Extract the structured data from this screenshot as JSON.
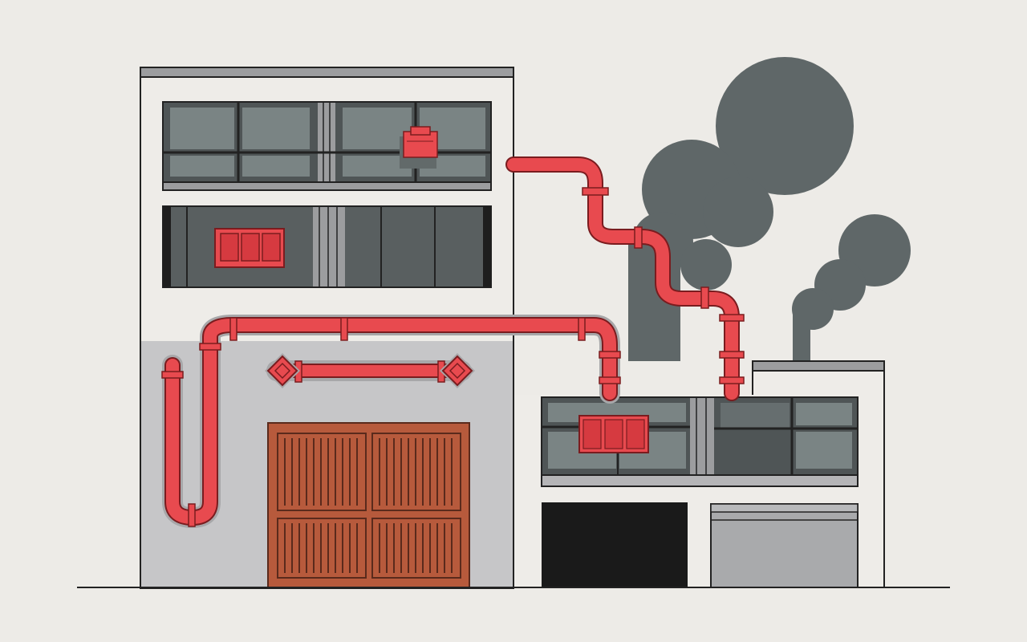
{
  "image": {
    "subject": "industrial-building-with-red-pipes-and-smoke",
    "text_content": []
  },
  "colors": {
    "background": "#edebe7",
    "wall_light": "#eeece8",
    "wall_shade": "#c6c6c8",
    "outline": "#222222",
    "window_frame": "#4f5556",
    "window_glass": "#7a8484",
    "roof_trim": "#9c9d9f",
    "pipe_red": "#e84a4f",
    "pipe_shadow": "#a7a7a9",
    "smoke": "#5f6768",
    "door_brown": "#b75a3c",
    "door_slat": "#5a2a1c",
    "opening_dark": "#1a1a1a",
    "shutter_gray": "#a9aaac"
  },
  "elements": [
    "main-building",
    "annex-building",
    "upper-window-band",
    "middle-window-band",
    "annex-window-band",
    "red-pipe-network",
    "smoke-plume-large",
    "smoke-plume-small",
    "warehouse-door",
    "dark-garage-opening",
    "gray-roller-shutter",
    "ground-line"
  ]
}
